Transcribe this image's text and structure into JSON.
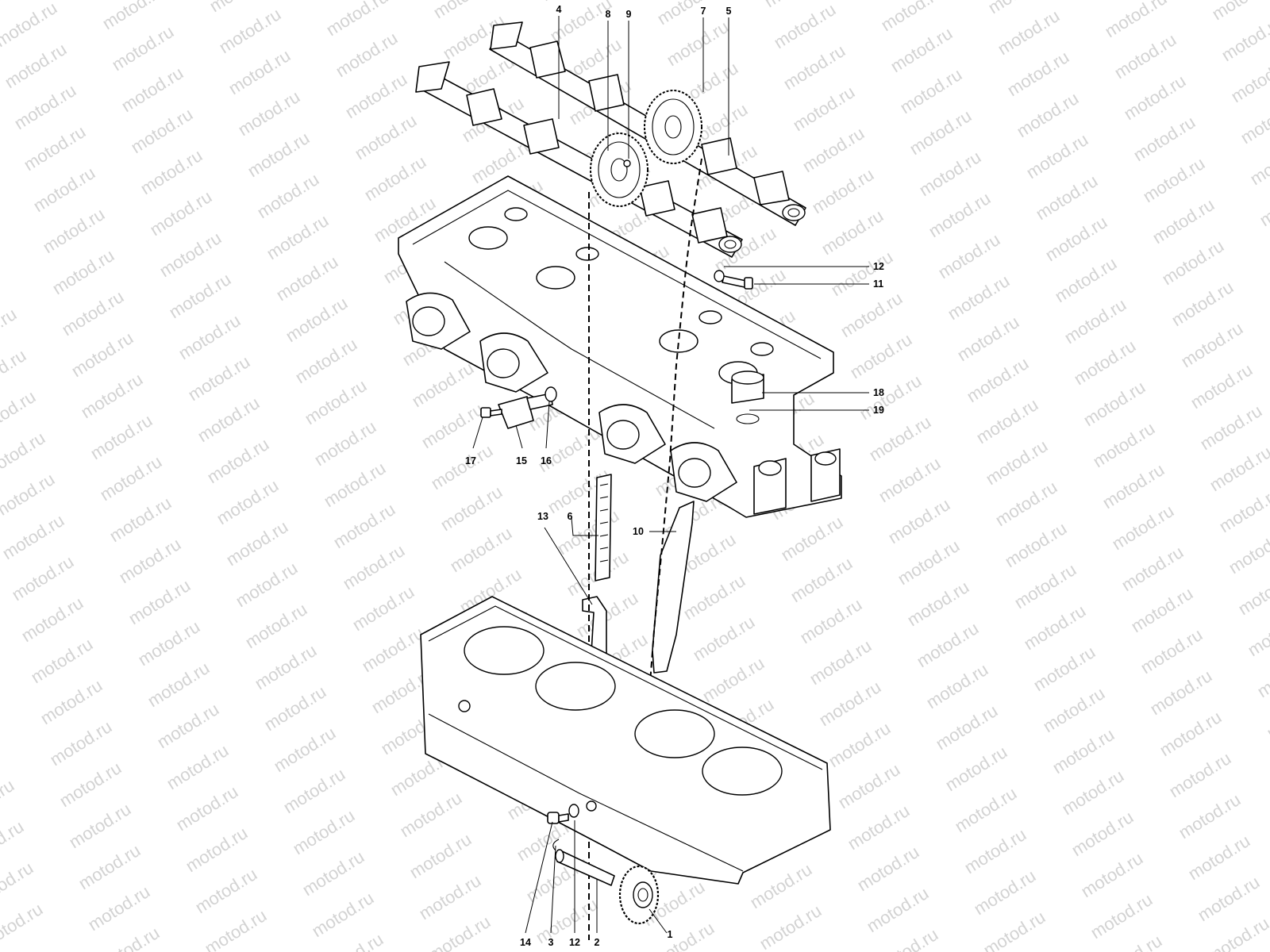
{
  "watermark": {
    "text": "motod.ru"
  },
  "callouts": [
    {
      "id": "c4",
      "label": "4"
    },
    {
      "id": "c8",
      "label": "8"
    },
    {
      "id": "c9",
      "label": "9"
    },
    {
      "id": "c7",
      "label": "7"
    },
    {
      "id": "c5",
      "label": "5"
    },
    {
      "id": "c12a",
      "label": "12"
    },
    {
      "id": "c11",
      "label": "11"
    },
    {
      "id": "c18",
      "label": "18"
    },
    {
      "id": "c19",
      "label": "19"
    },
    {
      "id": "c17",
      "label": "17"
    },
    {
      "id": "c15",
      "label": "15"
    },
    {
      "id": "c16",
      "label": "16"
    },
    {
      "id": "c13",
      "label": "13"
    },
    {
      "id": "c6",
      "label": "6"
    },
    {
      "id": "c10",
      "label": "10"
    },
    {
      "id": "c14",
      "label": "14"
    },
    {
      "id": "c3",
      "label": "3"
    },
    {
      "id": "c12b",
      "label": "12"
    },
    {
      "id": "c2",
      "label": "2"
    },
    {
      "id": "c1",
      "label": "1"
    }
  ]
}
